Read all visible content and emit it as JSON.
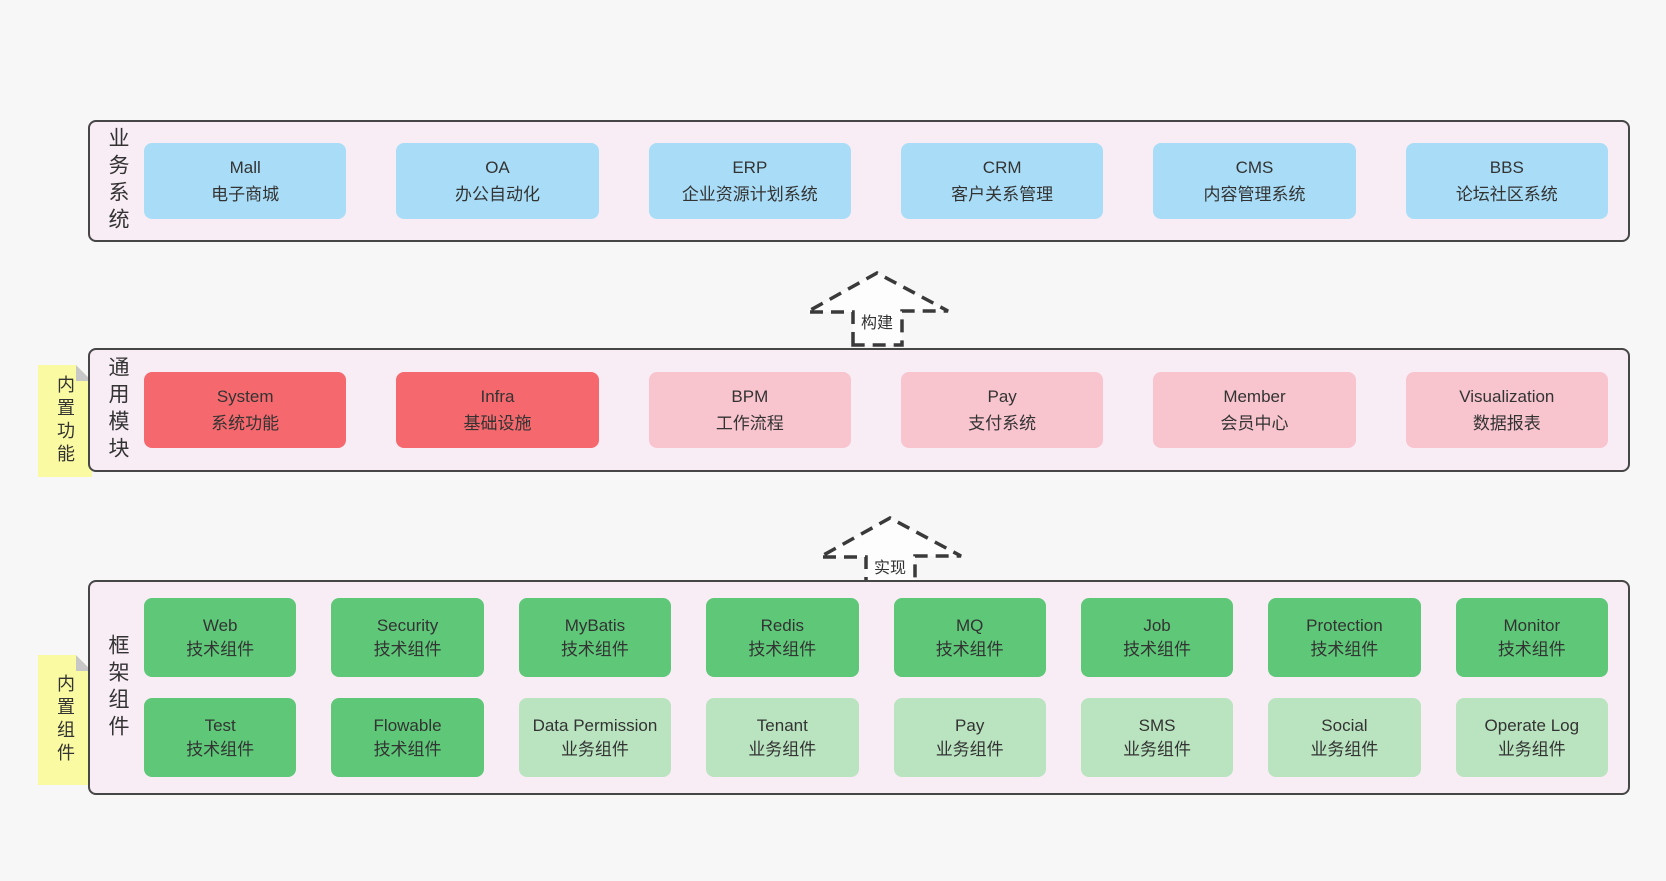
{
  "diagram": {
    "colors": {
      "blue": "#a9ddf7",
      "red": "#f5696e",
      "pink": "#f8c5cf",
      "green": "#5ec878",
      "lightgreen": "#bae4c0",
      "band_bg": "#f8ecf5",
      "note_yellow": "#fafaa2",
      "border": "#464646",
      "page_bg": "#f7f7f7"
    },
    "notes": [
      {
        "label": "内置功能"
      },
      {
        "label": "内置组件"
      }
    ],
    "arrows": [
      {
        "label": "构建"
      },
      {
        "label": "实现"
      }
    ],
    "bands": [
      {
        "id": "business-systems",
        "label": "业务系统",
        "boxes": [
          {
            "en": "Mall",
            "zh": "电子商城",
            "variant": "blue"
          },
          {
            "en": "OA",
            "zh": "办公自动化",
            "variant": "blue"
          },
          {
            "en": "ERP",
            "zh": "企业资源计划系统",
            "variant": "blue"
          },
          {
            "en": "CRM",
            "zh": "客户关系管理",
            "variant": "blue"
          },
          {
            "en": "CMS",
            "zh": "内容管理系统",
            "variant": "blue"
          },
          {
            "en": "BBS",
            "zh": "论坛社区系统",
            "variant": "blue"
          }
        ]
      },
      {
        "id": "common-modules",
        "label": "通用模块",
        "boxes": [
          {
            "en": "System",
            "zh": "系统功能",
            "variant": "red"
          },
          {
            "en": "Infra",
            "zh": "基础设施",
            "variant": "red"
          },
          {
            "en": "BPM",
            "zh": "工作流程",
            "variant": "pink"
          },
          {
            "en": "Pay",
            "zh": "支付系统",
            "variant": "pink"
          },
          {
            "en": "Member",
            "zh": "会员中心",
            "variant": "pink"
          },
          {
            "en": "Visualization",
            "zh": "数据报表",
            "variant": "pink"
          }
        ]
      },
      {
        "id": "framework-components",
        "label": "框架组件",
        "boxes": [
          {
            "en": "Web",
            "zh": "技术组件",
            "variant": "green"
          },
          {
            "en": "Security",
            "zh": "技术组件",
            "variant": "green"
          },
          {
            "en": "MyBatis",
            "zh": "技术组件",
            "variant": "green"
          },
          {
            "en": "Redis",
            "zh": "技术组件",
            "variant": "green"
          },
          {
            "en": "MQ",
            "zh": "技术组件",
            "variant": "green"
          },
          {
            "en": "Job",
            "zh": "技术组件",
            "variant": "green"
          },
          {
            "en": "Protection",
            "zh": "技术组件",
            "variant": "green"
          },
          {
            "en": "Monitor",
            "zh": "技术组件",
            "variant": "green"
          },
          {
            "en": "Test",
            "zh": "技术组件",
            "variant": "green"
          },
          {
            "en": "Flowable",
            "zh": "技术组件",
            "variant": "green"
          },
          {
            "en": "Data Permission",
            "zh": "业务组件",
            "variant": "lightgreen"
          },
          {
            "en": "Tenant",
            "zh": "业务组件",
            "variant": "lightgreen"
          },
          {
            "en": "Pay",
            "zh": "业务组件",
            "variant": "lightgreen"
          },
          {
            "en": "SMS",
            "zh": "业务组件",
            "variant": "lightgreen"
          },
          {
            "en": "Social",
            "zh": "业务组件",
            "variant": "lightgreen"
          },
          {
            "en": "Operate Log",
            "zh": "业务组件",
            "variant": "lightgreen"
          }
        ]
      }
    ]
  }
}
